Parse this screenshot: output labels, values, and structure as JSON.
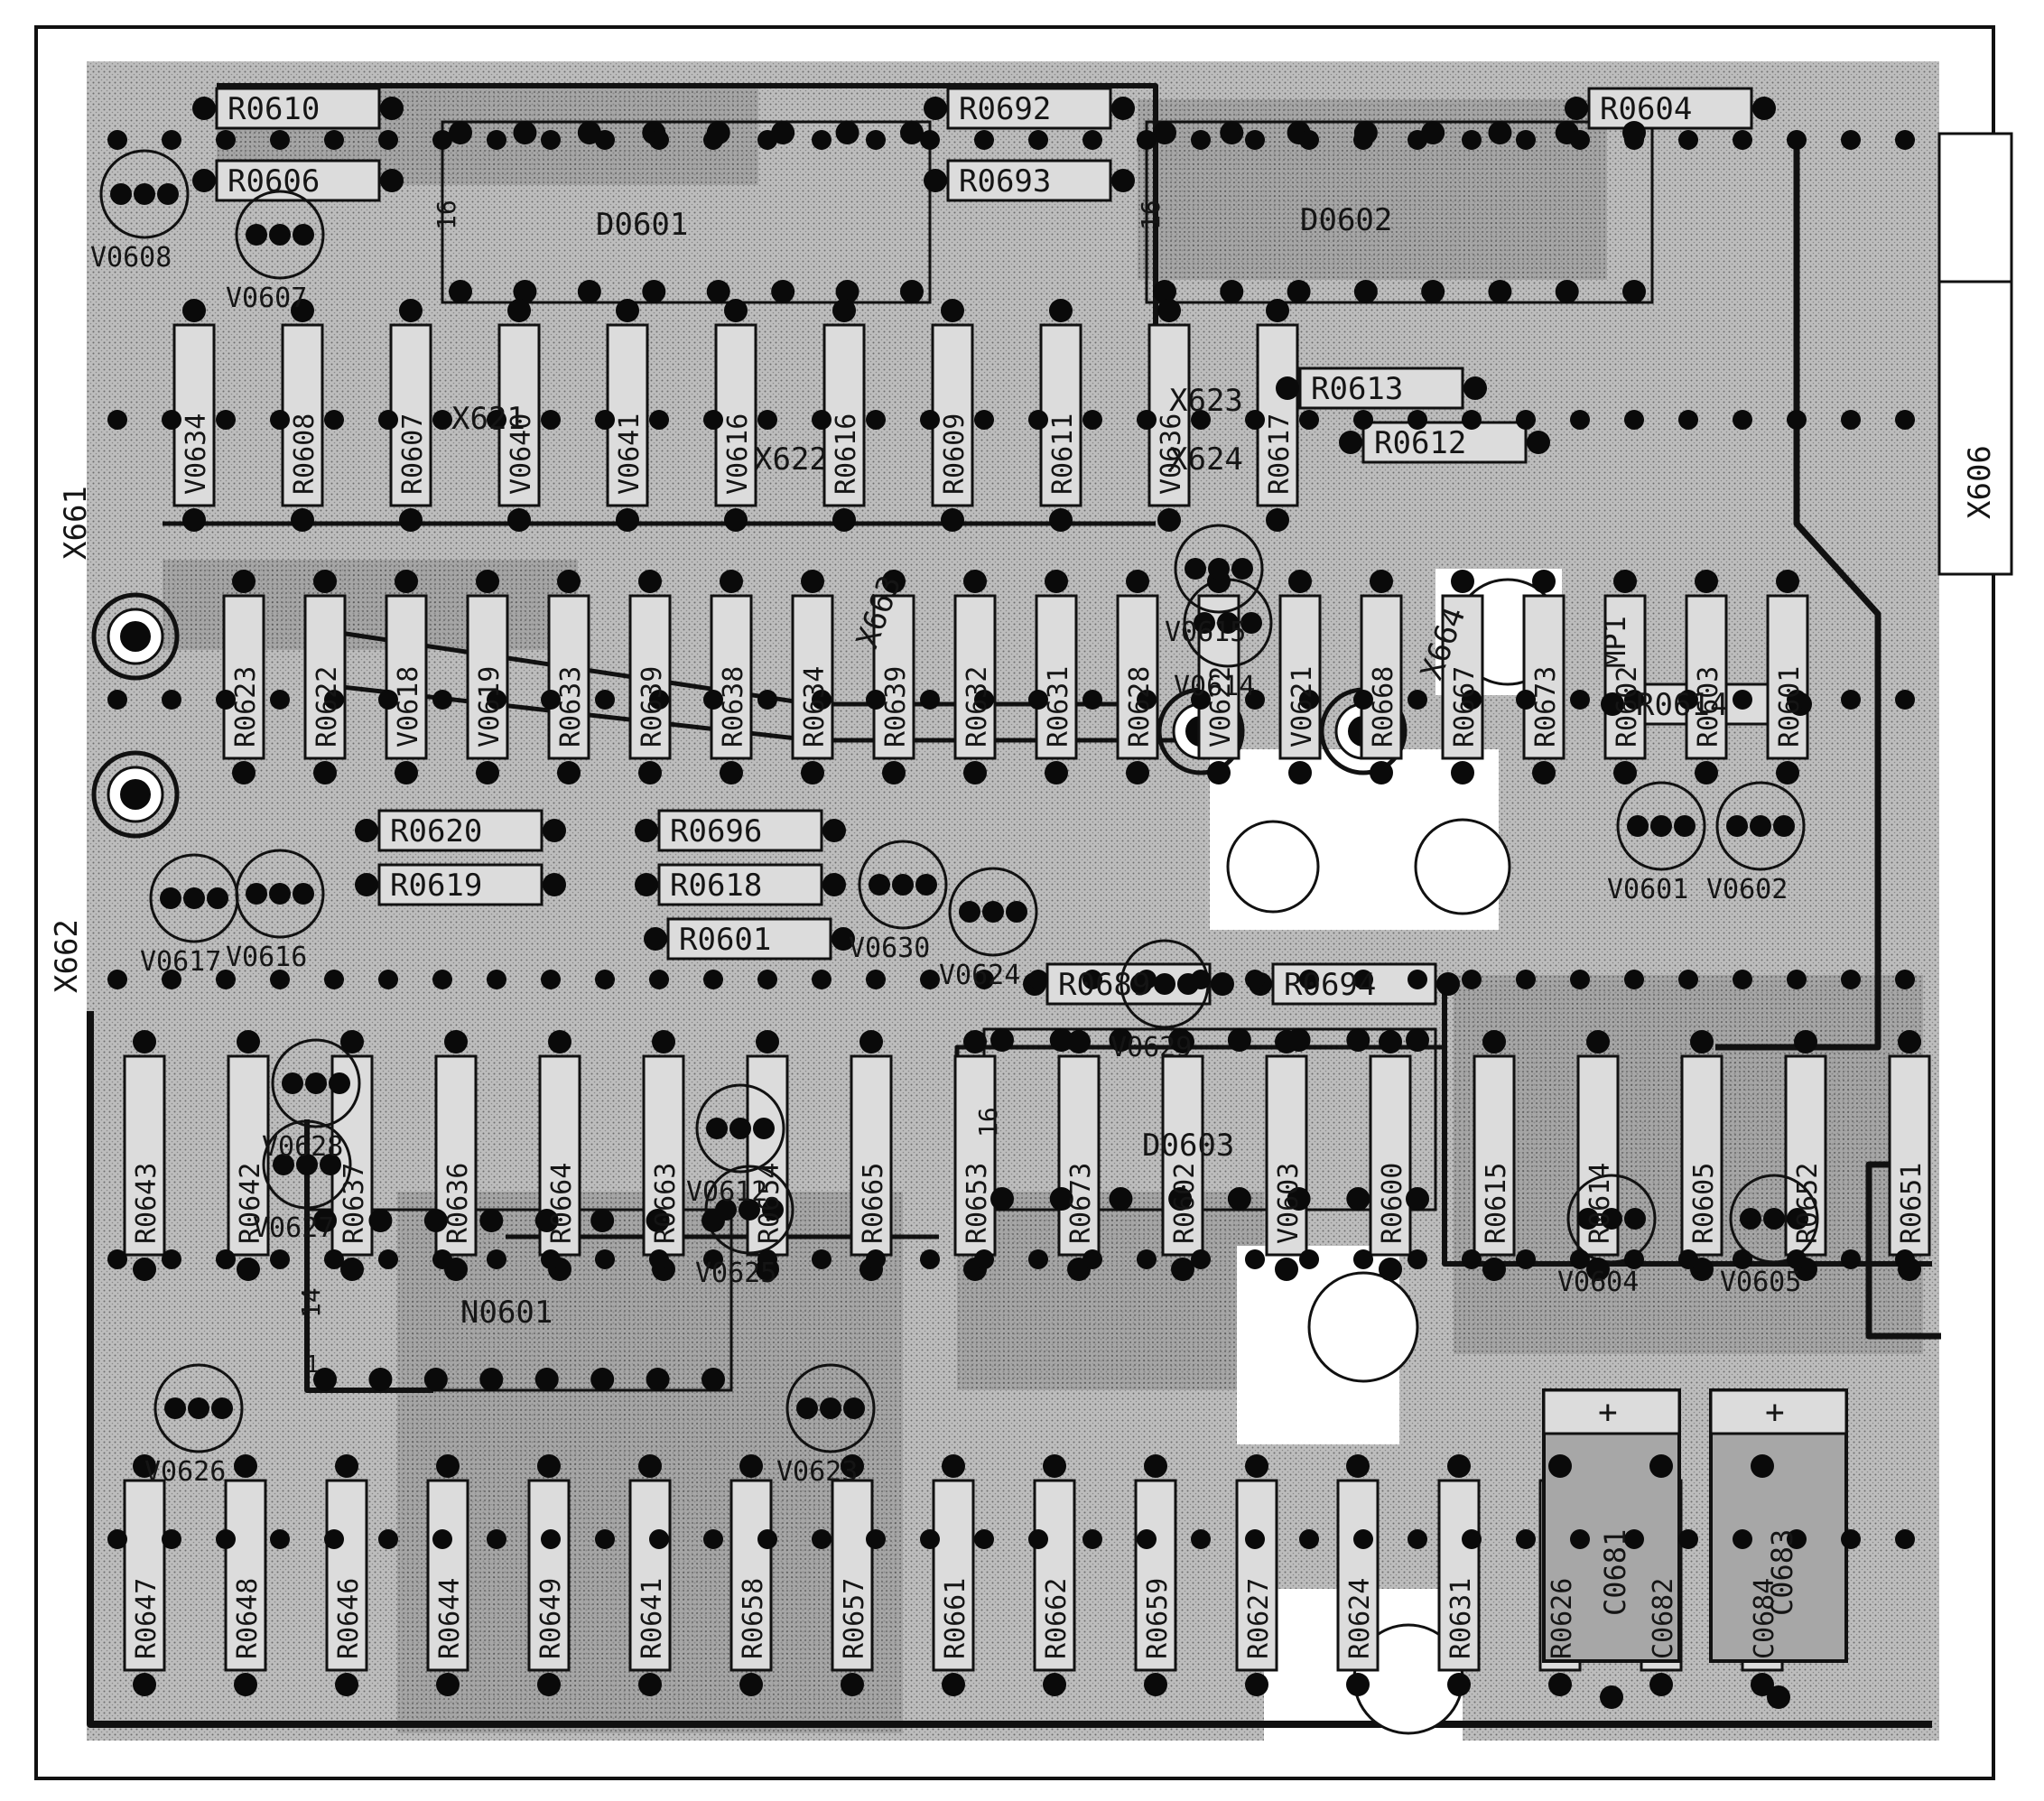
{
  "board": {
    "colors": {
      "paper": "#ffffff",
      "substrate": "#b9b9b9",
      "substrate_dark": "#8f8f8f",
      "label_box": "#dcdcdc",
      "copper": "#111111",
      "pad": "#0a0a0a"
    },
    "connector_label": "X606"
  },
  "ics": [
    {
      "ref": "D0601",
      "pin1": "16"
    },
    {
      "ref": "D0602",
      "pin1": "16"
    },
    {
      "ref": "D0603",
      "pin1": "16"
    },
    {
      "ref": "N0601",
      "pin1": "14",
      "pin8": "1"
    }
  ],
  "connectors": [
    "X621",
    "X622",
    "X623",
    "X624",
    "X661",
    "X662",
    "X664",
    "X663"
  ],
  "mounting": [
    "MP1"
  ],
  "resistors_h": [
    "R0610",
    "R0606",
    "R0692",
    "R0693",
    "R0604",
    "R0613",
    "R0612",
    "R0614",
    "R0620",
    "R0619",
    "R0696",
    "R0618",
    "R0601",
    "R0689",
    "R0694"
  ],
  "resistors_v_top": [
    "V0634",
    "R0608",
    "R0607",
    "V0640",
    "V0641",
    "V0616",
    "R0616",
    "R0609",
    "R0611",
    "V0636",
    "R0617"
  ],
  "resistors_v_mid": [
    "R0623",
    "R0622",
    "V0618",
    "V0619",
    "R0633",
    "R0639",
    "R0638",
    "R0634",
    "R0639",
    "R0632",
    "R0631",
    "R0628",
    "V0622",
    "V0621",
    "R0668",
    "R0667",
    "R0673",
    "R0602",
    "R0603",
    "R0601"
  ],
  "resistors_v_low": [
    "R0643",
    "R0642",
    "R0637",
    "R0636",
    "R0664",
    "R0663",
    "R0654",
    "R0665",
    "R0653",
    "R0673",
    "R0602",
    "V0603",
    "R0600",
    "R0615",
    "R0614",
    "R0605",
    "R0652",
    "R0651"
  ],
  "resistors_v_bottom": [
    "R0647",
    "R0648",
    "R0646",
    "R0644",
    "R0649",
    "R0641",
    "R0658",
    "R0657",
    "R0661",
    "R0662",
    "R0659",
    "R0627",
    "R0624",
    "R0631",
    "R0626",
    "C0682",
    "C0684"
  ],
  "transistors": [
    "V0608",
    "V0607",
    "V0615",
    "V0614",
    "V0616",
    "V0617",
    "V0601",
    "V0602",
    "V0630",
    "V0629",
    "V0628",
    "V0627",
    "V0626",
    "V0612",
    "V0625",
    "V0623",
    "V0604",
    "V0605",
    "V0624"
  ],
  "capacitors": [
    {
      "ref": "C0681",
      "polarity": "+"
    },
    {
      "ref": "C0683",
      "polarity": "+"
    }
  ]
}
